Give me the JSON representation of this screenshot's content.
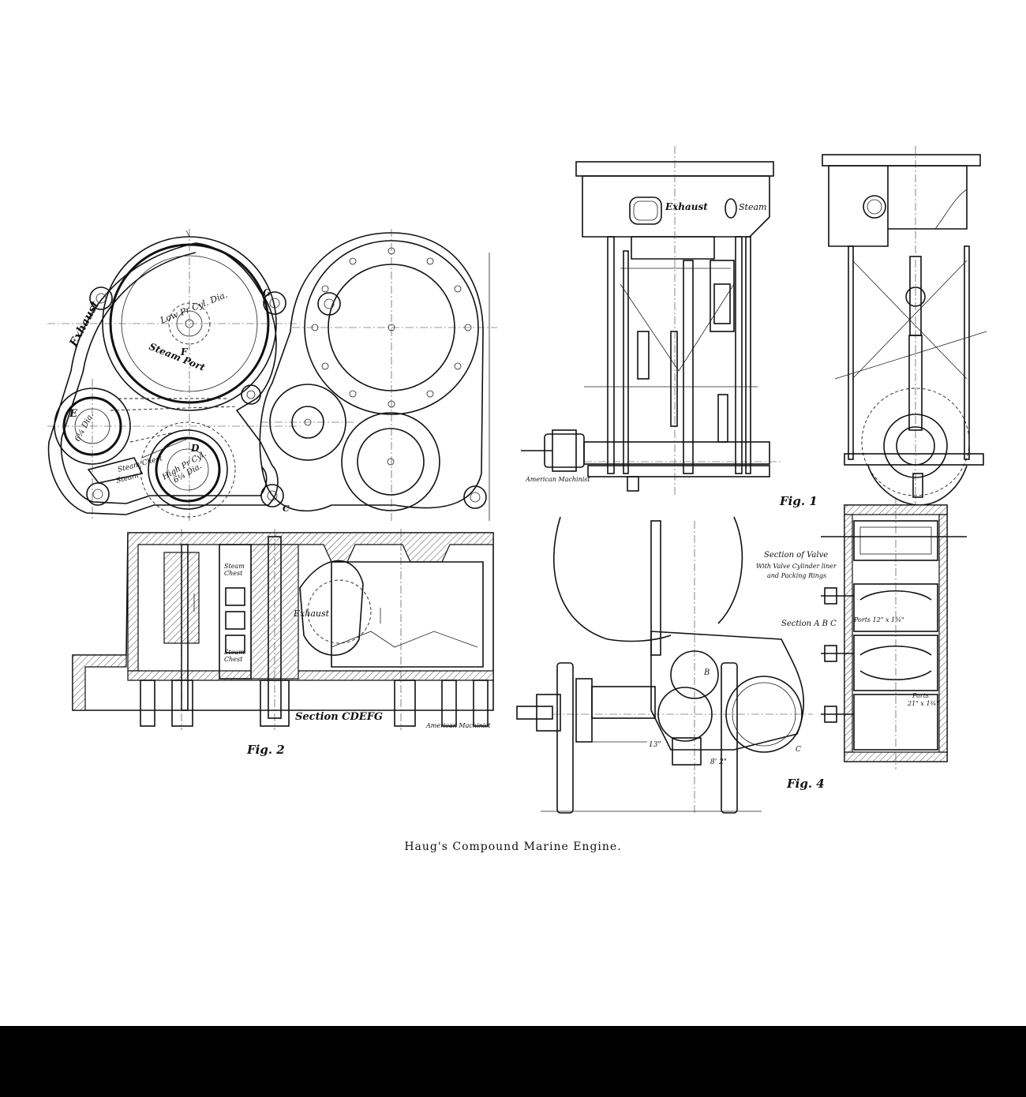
{
  "figures": {
    "fig1": {
      "label": "Fig. 1",
      "exhaust_label": "Exhaust",
      "steam_label": "Steam",
      "credit": "American Machinist"
    },
    "fig2": {
      "label": "Fig. 2",
      "section_label": "Section CDEFG",
      "credit": "American Machinist",
      "exhaust_label": "Exhaust",
      "steam_chest_upper": [
        "Steam",
        "Chest"
      ],
      "steam_chest_lower": [
        "Steam",
        "Chest"
      ]
    },
    "fig3": {
      "exhaust_label": "Exhaust",
      "steam_port_label": "Steam Port",
      "low_pr_label": "Low Pr Cyl. Dia.",
      "letter_g": "G",
      "letter_f": "F",
      "letter_e": "E",
      "letter_d": "D",
      "letter_c": "C",
      "high_pr_label": "High Pr Cyl.",
      "high_pr_dia": "6¼ Dia.",
      "valve_dia": "6¼ Dia.",
      "steam_chest_label": "Steam Chest",
      "steam_label": "Steam"
    },
    "fig4": {
      "label": "Fig. 4",
      "section_valve": "Section of Valve",
      "valve_note_1": "With Valve Cylinder liner",
      "valve_note_2": "and Packing Rings",
      "section_abc": "Section A B C",
      "ports_top": "Ports 12\" x 1¾\"",
      "ports_bottom_1": "Ports",
      "ports_bottom_2": "21\" x 1¾\"",
      "dim_13": "13\"",
      "dim_8_2": "8' 2\"",
      "letter_b": "B",
      "letter_c": "C"
    }
  },
  "caption": "Haug's Compound Marine Engine."
}
